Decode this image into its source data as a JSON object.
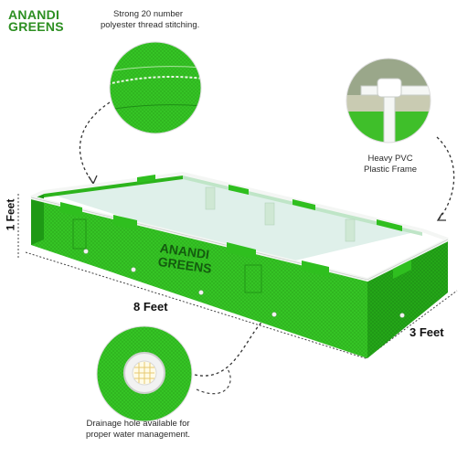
{
  "brand": {
    "line1": "ANANDI",
    "line2": "GREENS",
    "color": "#2d8f22"
  },
  "bed_logo": {
    "line1": "ANANDI",
    "line2": "GREENS"
  },
  "callouts": {
    "stitching": {
      "line1": "Strong 20 number",
      "line2": "polyester thread stitching."
    },
    "frame": {
      "line1": "Heavy PVC",
      "line2": "Plastic Frame"
    },
    "drainage": {
      "line1": "Drainage hole available for",
      "line2": "proper water management."
    }
  },
  "dimensions": {
    "height": "1 Feet",
    "length": "8 Feet",
    "width": "3 Feet"
  },
  "colors": {
    "fabric_green": "#2fbf1f",
    "fabric_dark": "#1f9a16",
    "pipe": "#f4f6f4",
    "inner_liner": "#dff0ea"
  }
}
